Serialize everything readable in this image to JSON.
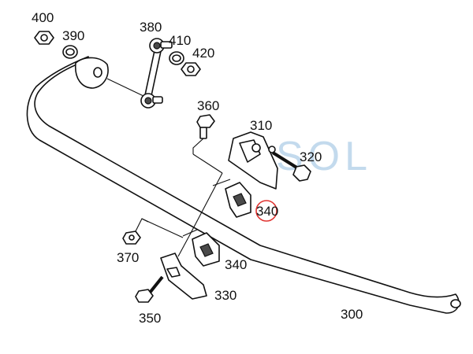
{
  "diagram": {
    "watermark": "SOL",
    "highlight_color": "#e0322f",
    "watermark_color": "#b9d4ea",
    "labels": {
      "p300": "300",
      "p310": "310",
      "p320": "320",
      "p330": "330",
      "p340a": "340",
      "p340b": "340",
      "p350": "350",
      "p360": "360",
      "p370": "370",
      "p380": "380",
      "p390": "390",
      "p400": "400",
      "p410": "410",
      "p420": "420"
    }
  }
}
